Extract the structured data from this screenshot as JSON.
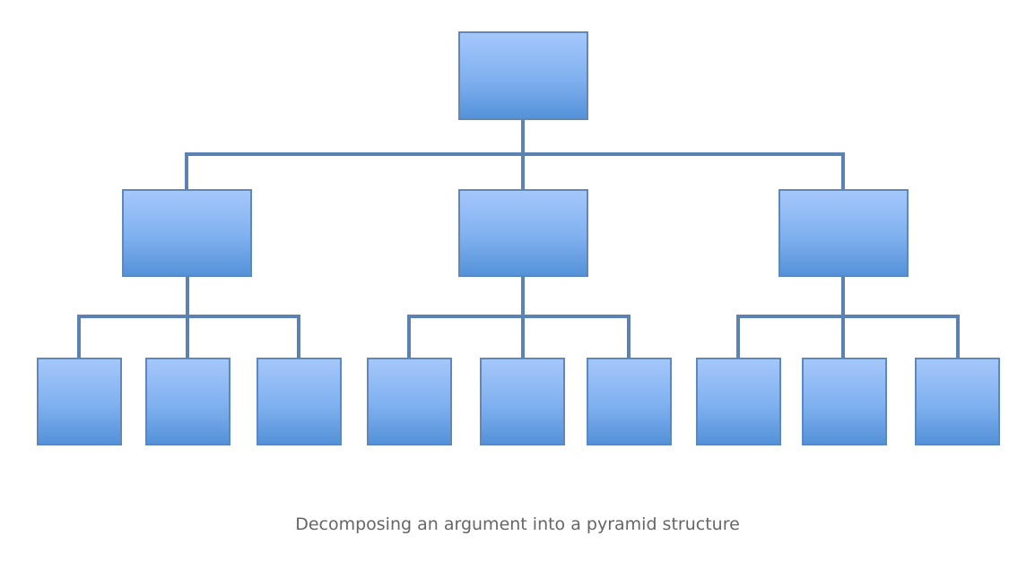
{
  "diagram": {
    "type": "hierarchy-tree",
    "levels": 3,
    "children_per_node": 3,
    "node_count": 13,
    "box_fill_top": "#a6c8fb",
    "box_fill_bottom": "#5391d8",
    "box_stroke": "#5f87b9",
    "connector_color": "#5b82b3"
  },
  "caption": "Decomposing an argument into a pyramid structure"
}
